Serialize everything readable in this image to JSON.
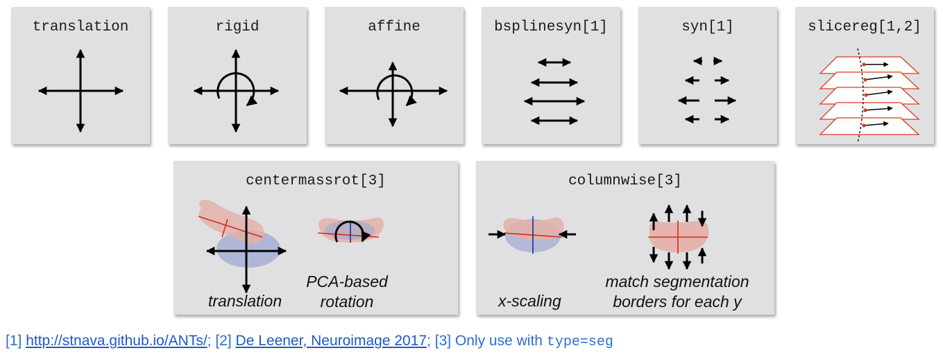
{
  "panels": {
    "translation": "translation",
    "rigid": "rigid",
    "affine": "affine",
    "bsplinesyn": "bsplinesyn[1]",
    "syn": "syn[1]",
    "slicereg": "slicereg[1,2]",
    "centermassrot": "centermassrot[3]",
    "columnwise": "columnwise[3]"
  },
  "captions": {
    "centermass_translation": "translation",
    "pca_line1": "PCA-based",
    "pca_line2": "rotation",
    "xscaling": "x-scaling",
    "match_line1": "match segmentation",
    "match_line2": "borders for each y"
  },
  "footer": {
    "ref1_prefix": "[1] ",
    "ref1_link": "http://stnava.github.io/ANTs/",
    "ref1_sep": ";  [2] ",
    "ref2_link": "De Leener, Neuroimage 2017",
    "ref2_sep": ";  [3] Only use with ",
    "ref3_code": "type=seg"
  },
  "colors": {
    "panel_bg": "#e0e0e2",
    "footer_text": "#2a6fd0",
    "pink_blob": "#e7b8b0",
    "blue_blob": "#9fa8d2",
    "red_line": "#d42a1a"
  }
}
